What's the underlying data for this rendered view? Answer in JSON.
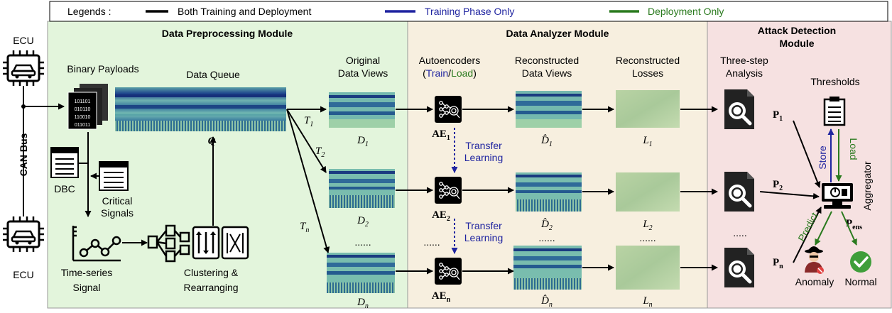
{
  "legend": {
    "prefix": "Legends :",
    "items": [
      {
        "label": "Both Training and Deployment",
        "color": "#000000"
      },
      {
        "label": "Training Phase Only",
        "color": "#1f24a0"
      },
      {
        "label": "Deployment Only",
        "color": "#2a7a1e"
      }
    ]
  },
  "modules": {
    "preprocessing": "Data Preprocessing Module",
    "analyzer": "Data Analyzer Module",
    "detection_line1": "Attack Detection",
    "detection_line2": "Module"
  },
  "left": {
    "ecu_top": "ECU",
    "ecu_bottom": "ECU",
    "can_bus": "CAN Bus",
    "binary_payloads": "Binary Payloads",
    "dbc": "DBC",
    "critical_line1": "Critical",
    "critical_line2": "Signals",
    "timeseries_line1": "Time-series",
    "timeseries_line2": "Signal",
    "clustering_line1": "Clustering &",
    "clustering_line2": "Rearranging",
    "data_queue": "Data Queue",
    "queue_symbol": "Q"
  },
  "views": {
    "original_line1": "Original",
    "original_line2": "Data Views",
    "t1": "T",
    "t1_sub": "1",
    "t2": "T",
    "t2_sub": "2",
    "tn": "T",
    "tn_sub": "n",
    "d1": "D",
    "d1_sub": "1",
    "d2": "D",
    "d2_sub": "2",
    "dn": "D",
    "dn_sub": "n",
    "ellipsis": "......"
  },
  "analyzer": {
    "autoencoders": "Autoencoders",
    "train": "Train",
    "slash": "/",
    "load": "Load",
    "ae": "AE",
    "ae1_sub": "1",
    "ae2_sub": "2",
    "aen_sub": "n",
    "transfer1_line1": "Transfer",
    "transfer1_line2": "Learning",
    "transfer2_line1": "Transfer",
    "transfer2_line2": "Learning",
    "ellipsis": "......",
    "reconstructed_views_line1": "Reconstructed",
    "reconstructed_views_line2": "Data Views",
    "reconstructed_losses": "Reconstructed",
    "losses": "Losses",
    "dhat1_sub": "1",
    "dhat2_sub": "2",
    "dhatn_sub": "n",
    "l": "L",
    "l1_sub": "1",
    "l2_sub": "2",
    "ln_sub": "n",
    "rec_ellipsis": "......",
    "loss_ellipsis": "......"
  },
  "detection": {
    "three_step_line1": "Three-step",
    "three_step_line2": "Analysis",
    "thresholds": "Thresholds",
    "p": "P",
    "p1_sub": "1",
    "p2_sub": "2",
    "pn_sub": "n",
    "pens_sub": "ens",
    "store": "Store",
    "load": "Load",
    "aggregator": "Aggregator",
    "predict": "Predict",
    "anomaly": "Anomaly",
    "normal": "Normal",
    "ellipsis": "....."
  }
}
